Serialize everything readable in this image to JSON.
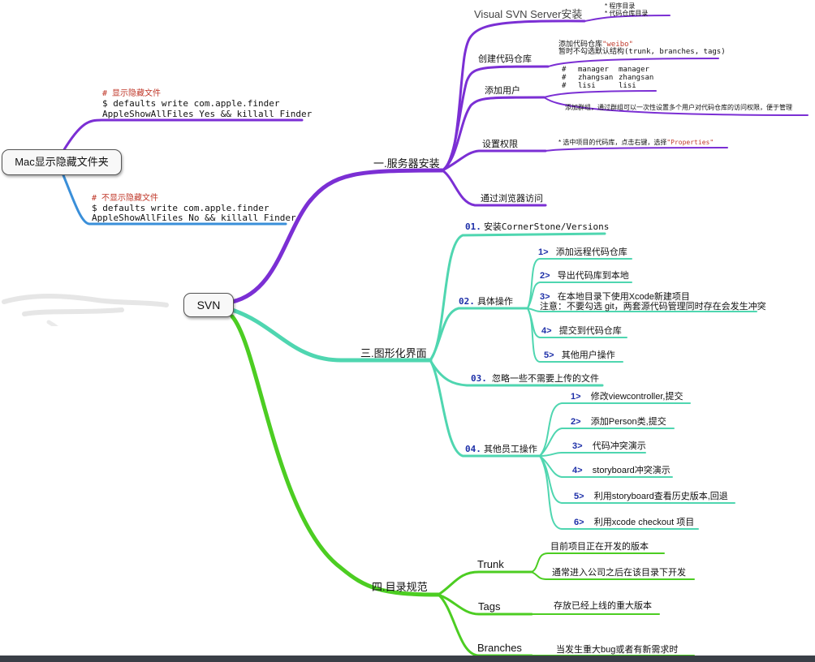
{
  "root": {
    "label": "SVN"
  },
  "left_node": {
    "label": "Mac显示隐藏文件夹",
    "show": {
      "comment": "#  显示隐藏文件",
      "line1": "$ defaults write com.apple.finder",
      "line2": "AppleShowAllFiles Yes && killall Finder"
    },
    "hide": {
      "comment": "#  不显示隐藏文件",
      "line1": "$ defaults write com.apple.finder",
      "line2": "AppleShowAllFiles No && killall Finder"
    }
  },
  "colors": {
    "purple": "#7b2fd4",
    "teal": "#4fd6b0",
    "green": "#4ccd22",
    "blue": "#3a8fd9",
    "red": "#c0392b",
    "number": "#1d2fa8"
  },
  "branches": {
    "server": {
      "label": "一.服务器安装",
      "visual": {
        "label": "Visual SVN Server安装",
        "notes": [
          "*    程序目录",
          "*    代码仓库目录"
        ]
      },
      "repo": {
        "label": "创建代码仓库",
        "note_prefix": "添加代码仓库",
        "note_highlight": "\"weibo\"",
        "note2": "暂时不勾选默认结构(trunk, branches, tags)"
      },
      "users": {
        "label": "添加用户",
        "rows": [
          {
            "hash": "#",
            "a": "manager",
            "b": "manager"
          },
          {
            "hash": "#",
            "a": "zhangsan",
            "b": "zhangsan"
          },
          {
            "hash": "#",
            "a": "lisi",
            "b": "lisi"
          }
        ],
        "group_note": "添加群组，通过群组可以一次性设置多个用户对代码仓库的访问权限，便于管理"
      },
      "permissions": {
        "label": "设置权限",
        "note_prefix": "*    选中项目的代码库，点击右键，选择",
        "note_highlight": "\"Properties\""
      },
      "browser": {
        "label": "通过浏览器访问"
      }
    },
    "gui": {
      "label": "三.图形化界面",
      "item01": {
        "num": "01.",
        "label": "安装CornerStone/Versions"
      },
      "item02": {
        "num": "02.",
        "label": "具体操作",
        "subs": [
          {
            "num": "1>",
            "label": "添加远程代码仓库"
          },
          {
            "num": "2>",
            "label": "导出代码库到本地"
          },
          {
            "num": "3>",
            "label": "在本地目录下使用Xcode新建项目",
            "note": "注意：不要勾选 git，两套源代码管理同时存在会发生冲突"
          },
          {
            "num": "4>",
            "label": "提交到代码仓库"
          },
          {
            "num": "5>",
            "label": "其他用户操作"
          }
        ]
      },
      "item03": {
        "num": "03.",
        "label": "忽略一些不需要上传的文件"
      },
      "item04": {
        "num": "04.",
        "label": "其他员工操作",
        "subs": [
          {
            "num": "1>",
            "label": "修改viewcontroller,提交"
          },
          {
            "num": "2>",
            "label": "添加Person类,提交"
          },
          {
            "num": "3>",
            "label": "代码冲突演示"
          },
          {
            "num": "4>",
            "label": "storyboard冲突演示"
          },
          {
            "num": "5>",
            "label": "利用storyboard查看历史版本,回退"
          },
          {
            "num": "6>",
            "label": "利用xcode checkout 项目"
          }
        ]
      }
    },
    "dirs": {
      "label": "四.目录规范",
      "trunk": {
        "label": "Trunk",
        "notes": [
          "目前项目正在开发的版本",
          "通常进入公司之后在该目录下开发"
        ]
      },
      "tags": {
        "label": "Tags",
        "notes": [
          "存放已经上线的重大版本"
        ]
      },
      "branches": {
        "label": "Branches",
        "notes": [
          "当发生重大bug或者有新需求时"
        ]
      }
    }
  }
}
